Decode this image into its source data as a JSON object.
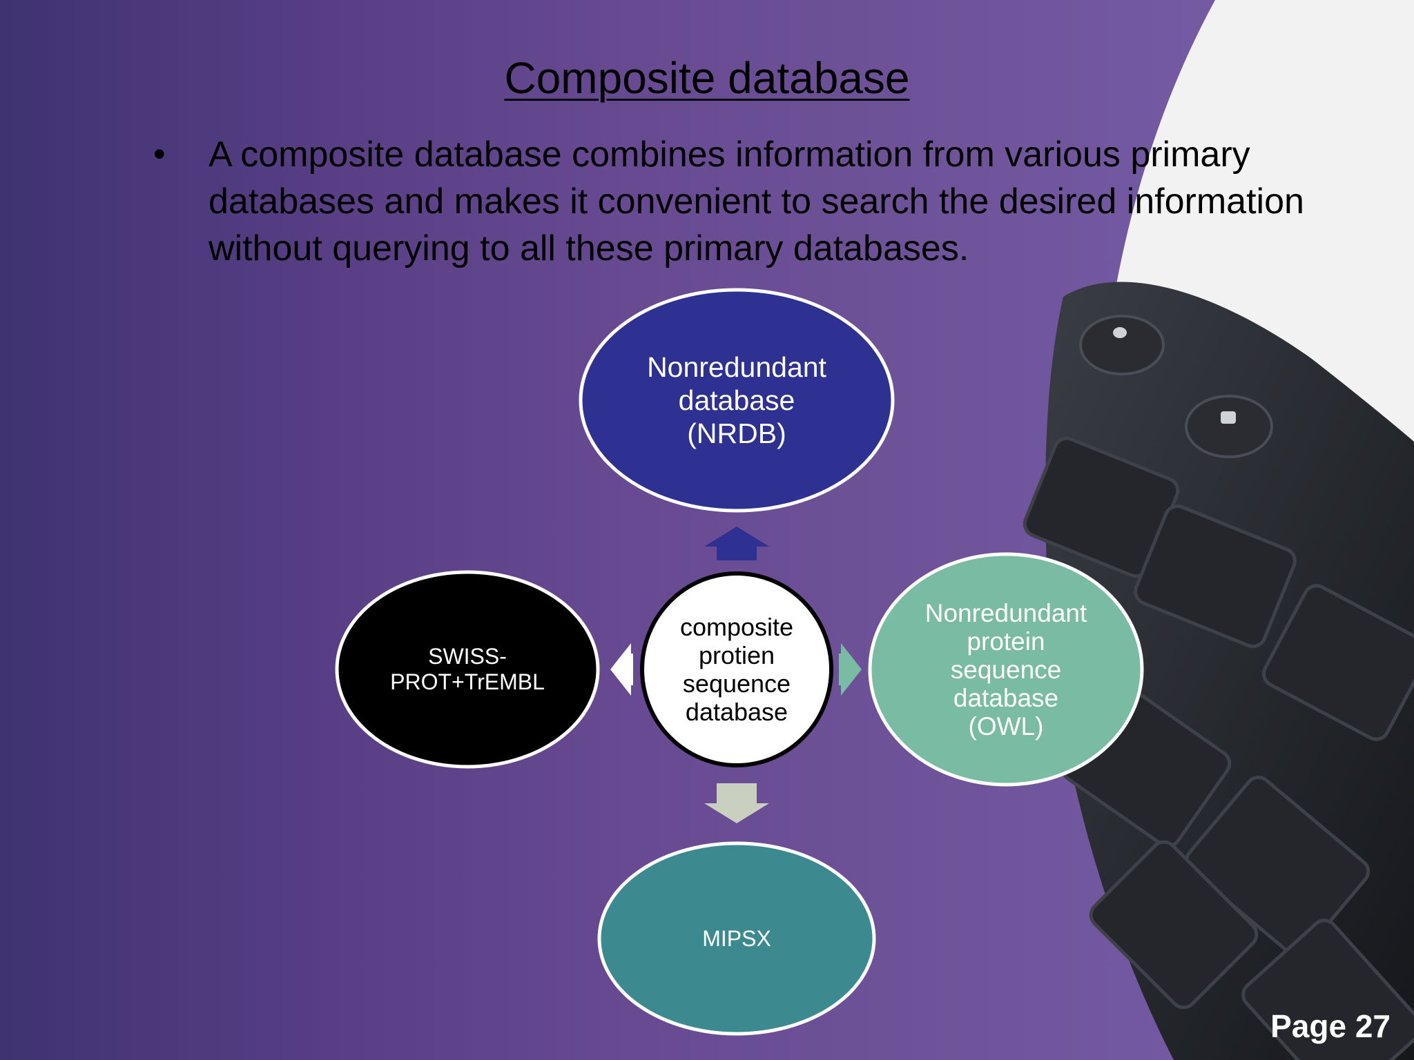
{
  "slide": {
    "title": "Composite database",
    "bullet": "A composite database combines information from various primary databases and makes it convenient to search the desired information without querying to all these primary databases.",
    "page": "Page 27"
  },
  "diagram": {
    "center": "composite\nprotien\nsequence\ndatabase",
    "nodes": {
      "top": "Nonredundant\ndatabase\n(NRDB)",
      "right": "Nonredundant\nprotein\nsequence\ndatabase\n(OWL)",
      "bottom": "MIPSX",
      "left": "SWISS-\nPROT+TrEMBL"
    },
    "colors": {
      "top": "#2e3192",
      "right": "#7abba3",
      "bottom": "#3c8a8f",
      "left": "#000000",
      "center": "#ffffff",
      "down_arrow": "#c9d0c0"
    }
  }
}
